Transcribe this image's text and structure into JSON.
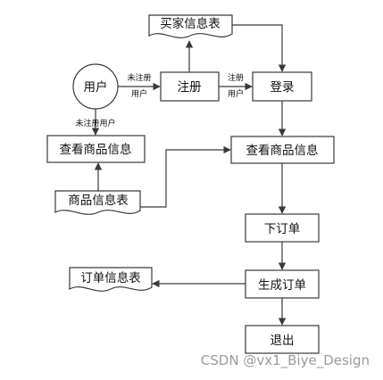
{
  "nodes": {
    "buyer_info_table": "买家信息表",
    "user": "用户",
    "register": "注册",
    "login": "登录",
    "view_goods_left": "查看商品信息",
    "view_goods_main": "查看商品信息",
    "goods_info_table": "商品信息表",
    "place_order": "下订单",
    "generate_order": "生成订单",
    "order_info_table": "订单信息表",
    "exit": "退出"
  },
  "edges": {
    "unregistered_user_a_line1": "未注册",
    "unregistered_user_a_line2": "用户",
    "registered_user_line1": "注册",
    "registered_user_line2": "用户",
    "unregistered_user_b": "未注册用户"
  },
  "watermark": "CSDN @vx1_Biye_Design",
  "colors": {
    "stroke": "#3a3a3a",
    "text": "#111111",
    "background": "#ffffff",
    "watermark": "#9a9a9a"
  }
}
